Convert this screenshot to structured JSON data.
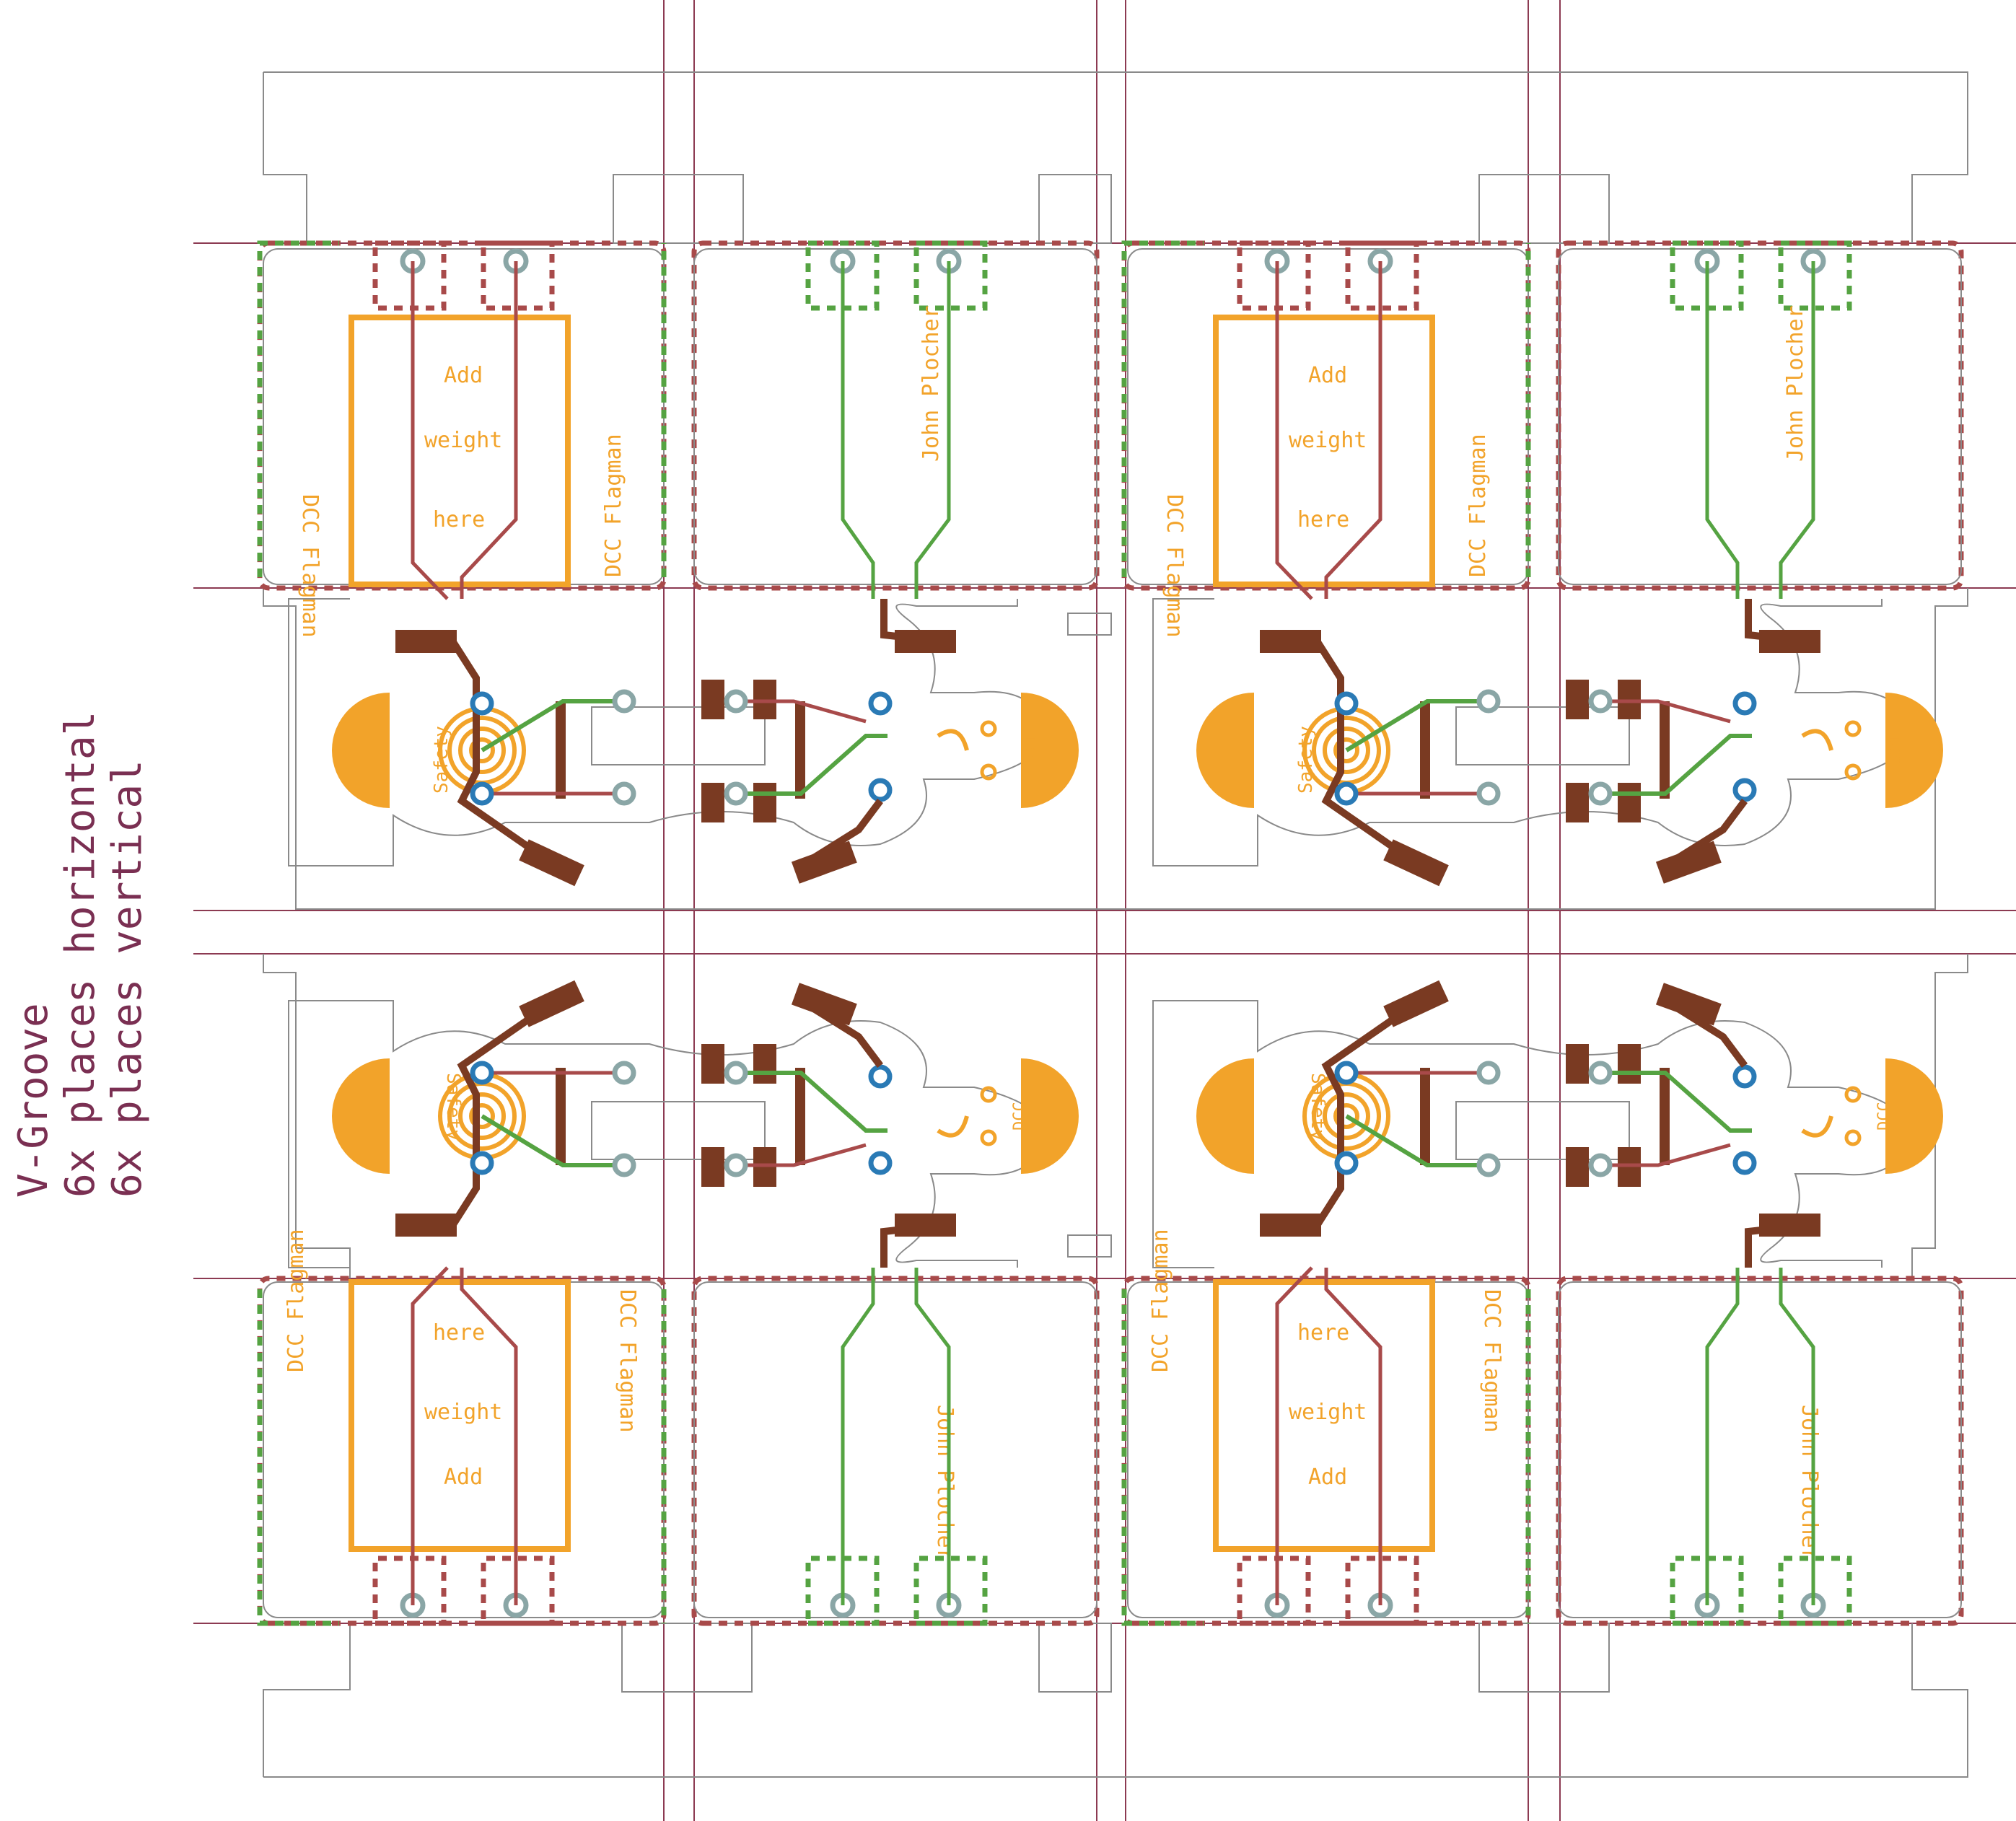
{
  "note": {
    "line1": "V-Groove",
    "line2": "6x places horizontal",
    "line3": "6x places vertical"
  },
  "labels": {
    "board_name": "DCC Flagman",
    "add_weight": [
      "Add",
      "weight",
      "here"
    ],
    "author": "John Plocher",
    "safety": "Safety",
    "dcc": "DCC"
  },
  "colors": {
    "outline": "#8a8a8a",
    "groove": "#8c3a52",
    "top_copper": "#55a342",
    "bottom_copper": "#a84a4a",
    "pad": "#7a3a22",
    "silkscreen": "#f2a32a",
    "via": "#2a7ab5"
  },
  "panels": [
    {
      "id": "p1",
      "quadrant": "top-left"
    },
    {
      "id": "p2",
      "quadrant": "top-right"
    },
    {
      "id": "p3",
      "quadrant": "bottom-left"
    },
    {
      "id": "p4",
      "quadrant": "bottom-right"
    }
  ]
}
